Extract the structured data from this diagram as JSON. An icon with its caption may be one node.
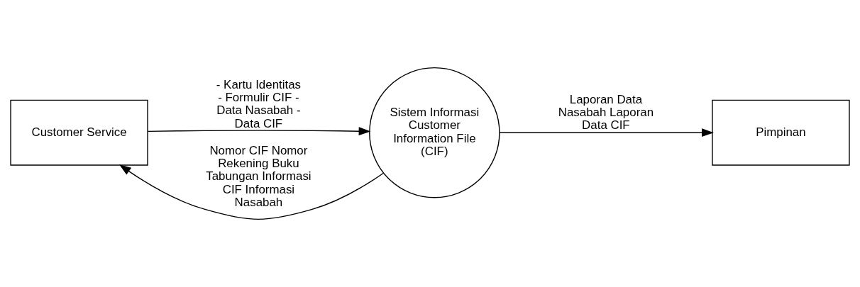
{
  "diagram": {
    "nodes": [
      {
        "text": [
          "Customer Service"
        ]
      },
      {
        "text": [
          "Sistem Informasi Customer Information File (CIF)"
        ]
      },
      {
        "text": [
          "Pimpinan"
        ]
      }
    ],
    "edges": [
      {
        "from": 0,
        "to": 1,
        "arrow": "to",
        "label": "- Kartu Identitas - Formulir CIF - Data Nasabah - Data CIF"
      },
      {
        "from": 1,
        "to": 0,
        "arrow": "to",
        "label": "Nomor CIF Nomor Rekening Buku Tabungan Informasi CIF Informasi Nasabah"
      },
      {
        "from": 1,
        "to": 2,
        "arrow": "to",
        "label": "Laporan Data Nasabah Laporan Data CIF"
      }
    ]
  }
}
